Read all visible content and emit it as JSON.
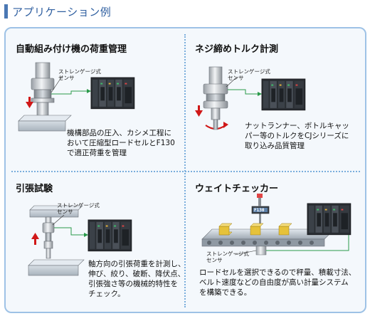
{
  "page": {
    "title": "アプリケーション例"
  },
  "sections": [
    {
      "title": "自動組み付け機の荷重管理",
      "sensor_label_1": "ストレンゲージ式",
      "sensor_label_2": "センサ",
      "desc_lines": [
        "機構部品の圧入、カシメ工程に",
        "おいて圧縮型ロードセルとF130",
        "で適正荷重を管理"
      ]
    },
    {
      "title": "ネジ締めトルク計測",
      "sensor_label_1": "ストレンゲージ式",
      "sensor_label_2": "センサ",
      "desc_lines": [
        "ナットランナー、ボトルキャッ",
        "パー等のトルクをCJシリーズに",
        "取り込み品質管理"
      ]
    },
    {
      "title": "引張試験",
      "sensor_label_1": "ストレンゲージ式",
      "sensor_label_2": "センサ",
      "desc_lines": [
        "軸方向の引張荷重を計測し、",
        "伸び、絞り、破断、降伏点、",
        "引張強さ等の機械的特性を",
        "チェック。"
      ]
    },
    {
      "title": "ウェイトチェッカー",
      "sensor_label_1": "ストレンゲージ式",
      "sensor_label_2": "センサ",
      "display_text": "F130",
      "desc_lines": [
        "ロードセルを選択できるので秤量、積載寸法、",
        "ベルト速度などの自由度が高い計量システム",
        "を構築できる。"
      ]
    }
  ],
  "colors": {
    "accent_blue": "#2f5fa0",
    "frame_border": "#9ec2e6",
    "arrow_red": "#d01818",
    "line_green": "#2a9a4a",
    "box_yellow": "#e6c23a"
  },
  "icons": [
    "red-arrow-down-icon",
    "red-arrow-up-icon",
    "rotation-arrow-icon",
    "plc-unit-icon"
  ]
}
